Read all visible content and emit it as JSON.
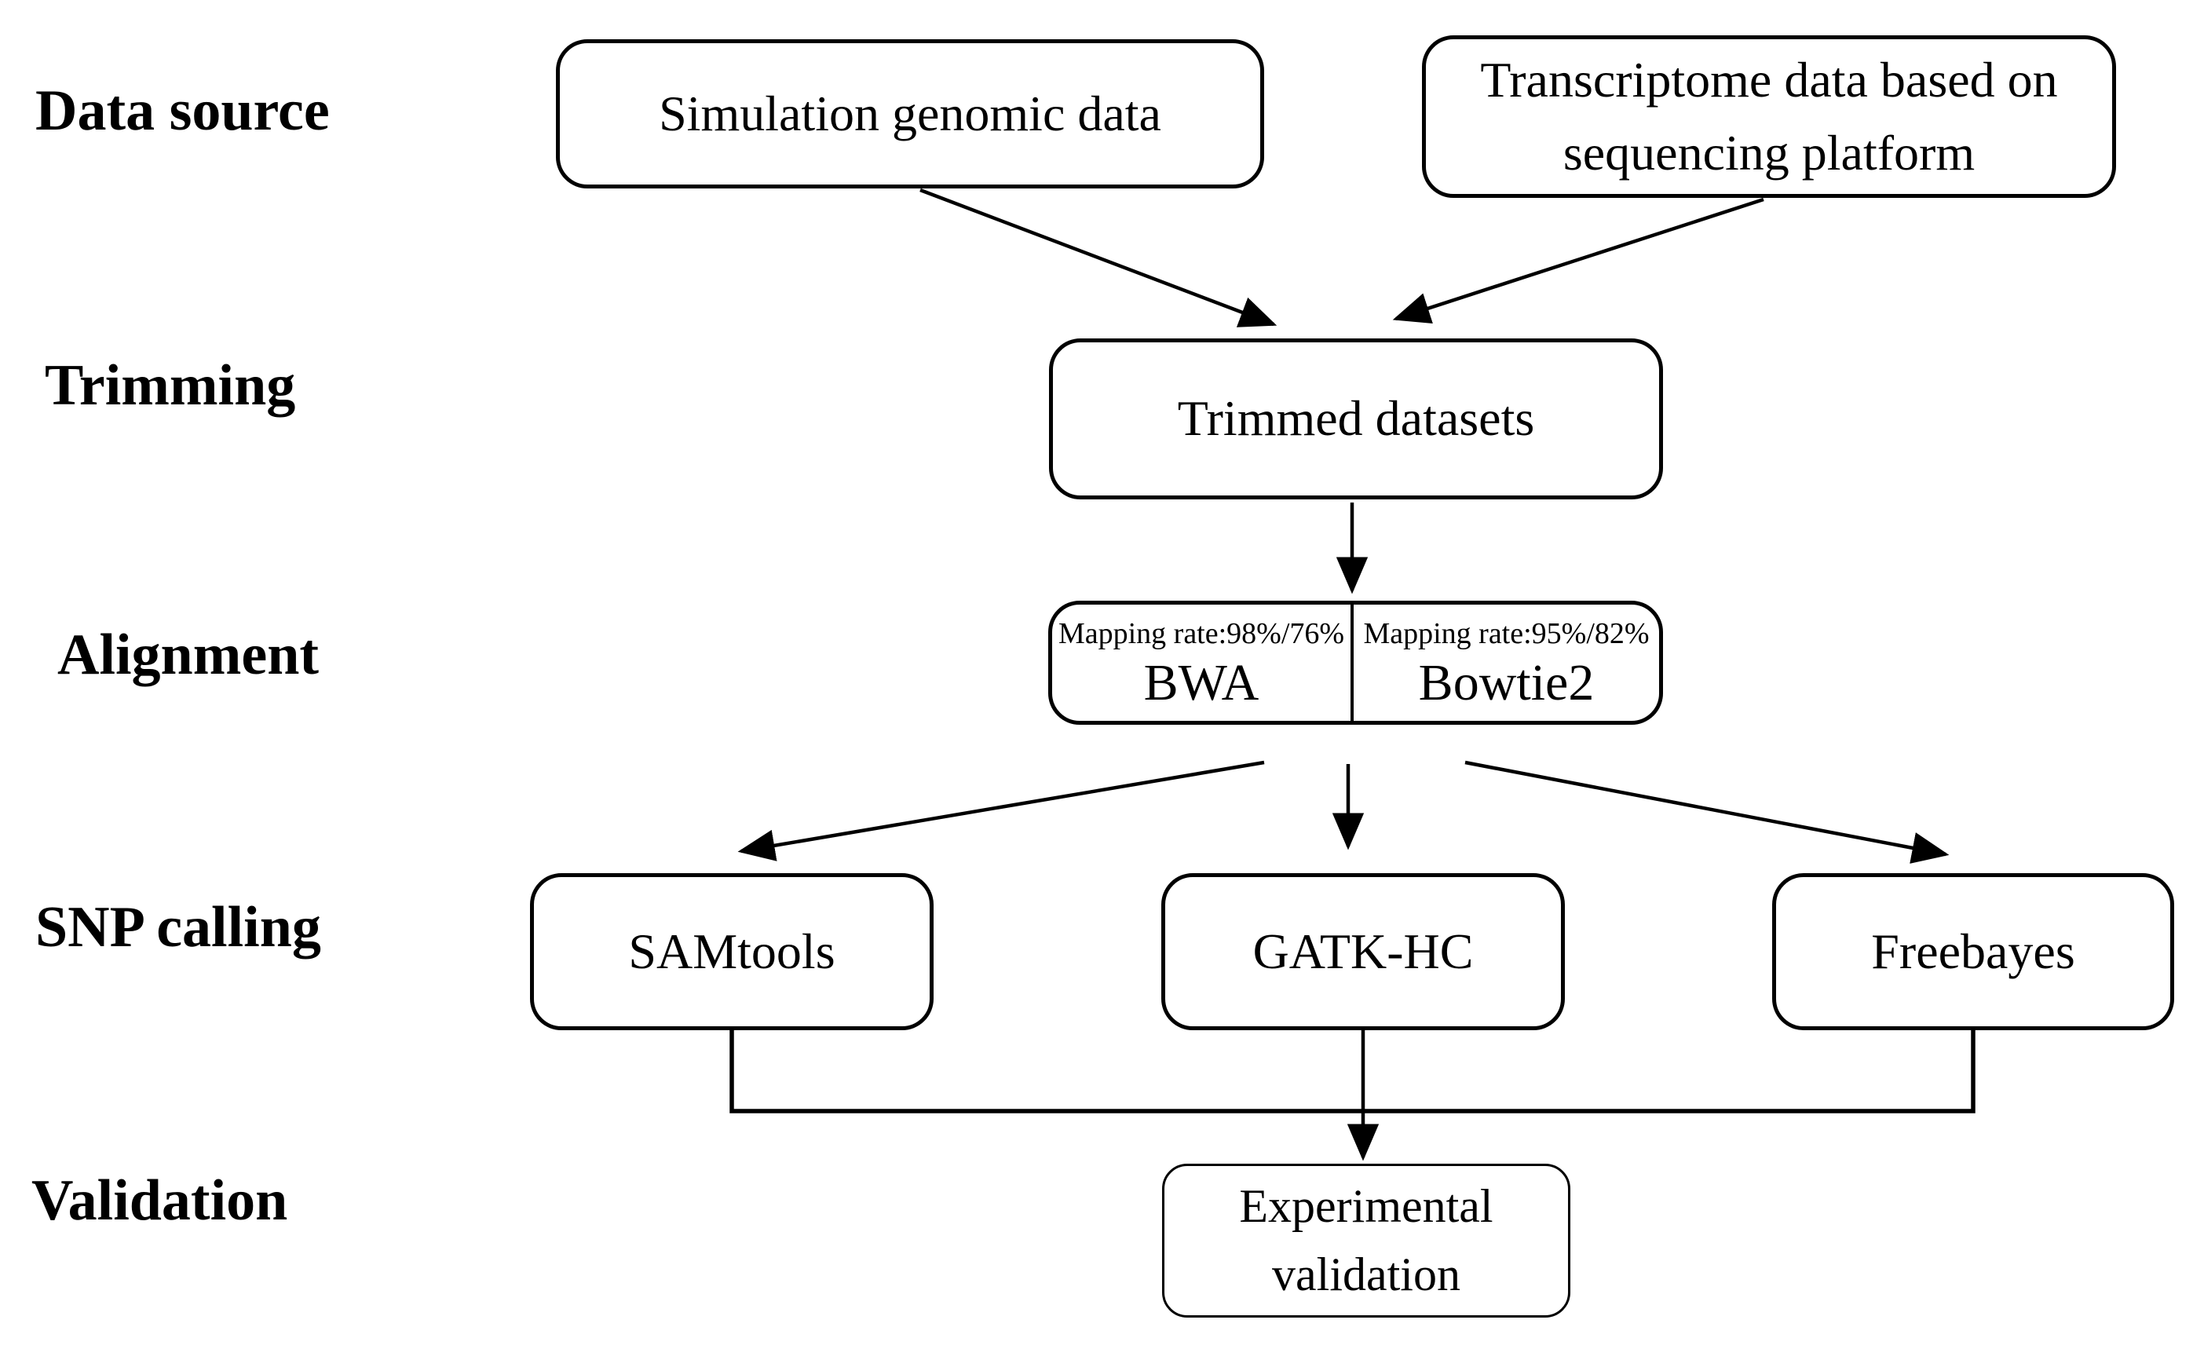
{
  "figure": {
    "kind": "flowchart",
    "background_color": "#ffffff",
    "line_color": "#000000",
    "text_color": "#000000"
  },
  "stage_labels": [
    {
      "id": "data-source",
      "text": "Data source"
    },
    {
      "id": "trimming",
      "text": "Trimming"
    },
    {
      "id": "alignment",
      "text": "Alignment"
    },
    {
      "id": "snp-calling",
      "text": "SNP calling"
    },
    {
      "id": "validation",
      "text": "Validation"
    }
  ],
  "nodes": {
    "simulation": {
      "label": "Simulation genomic data"
    },
    "transcriptome": {
      "lines": [
        "Transcriptome data based on",
        "sequencing platform"
      ]
    },
    "trimmed": {
      "label": "Trimmed datasets"
    },
    "bwa": {
      "rate": "Mapping rate:98%/76%",
      "tool": "BWA"
    },
    "bowtie2": {
      "rate": "Mapping rate:95%/82%",
      "tool": "Bowtie2"
    },
    "samtools": {
      "label": "SAMtools"
    },
    "gatk": {
      "label": "GATK-HC"
    },
    "freebayes": {
      "label": "Freebayes"
    },
    "experimental": {
      "lines": [
        "Experimental",
        "validation"
      ]
    }
  },
  "edges": [
    {
      "from": "simulation",
      "to": "trimmed"
    },
    {
      "from": "transcriptome",
      "to": "trimmed"
    },
    {
      "from": "trimmed",
      "to": "mapping"
    },
    {
      "from": "mapping",
      "to": "samtools"
    },
    {
      "from": "mapping",
      "to": "gatk"
    },
    {
      "from": "mapping",
      "to": "freebayes"
    },
    {
      "from": "samtools",
      "to": "experimental"
    },
    {
      "from": "gatk",
      "to": "experimental"
    },
    {
      "from": "freebayes",
      "to": "experimental"
    }
  ]
}
